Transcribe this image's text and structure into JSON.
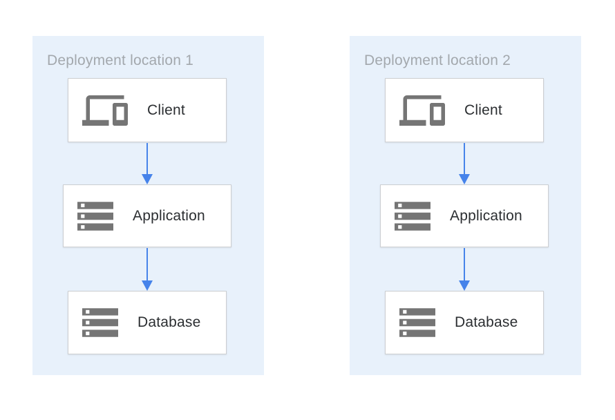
{
  "diagram": {
    "type": "architecture-diagram",
    "panels": [
      {
        "title": "Deployment location 1",
        "nodes": [
          {
            "label": "Client",
            "icon": "devices-icon"
          },
          {
            "label": "Application",
            "icon": "storage-icon"
          },
          {
            "label": "Database",
            "icon": "storage-icon"
          }
        ],
        "connections": [
          {
            "from": "Client",
            "to": "Application"
          },
          {
            "from": "Application",
            "to": "Database"
          }
        ]
      },
      {
        "title": "Deployment location 2",
        "nodes": [
          {
            "label": "Client",
            "icon": "devices-icon"
          },
          {
            "label": "Application",
            "icon": "storage-icon"
          },
          {
            "label": "Database",
            "icon": "storage-icon"
          }
        ],
        "connections": [
          {
            "from": "Client",
            "to": "Application"
          },
          {
            "from": "Application",
            "to": "Database"
          }
        ]
      }
    ],
    "colors": {
      "panel_bg": "#E8F1FB",
      "box_bg": "#FFFFFF",
      "box_border": "#CCCED1",
      "arrow": "#4683EA",
      "icon": "#757575",
      "title_text": "#A3A8AD",
      "label_text": "#2B2E31"
    }
  }
}
